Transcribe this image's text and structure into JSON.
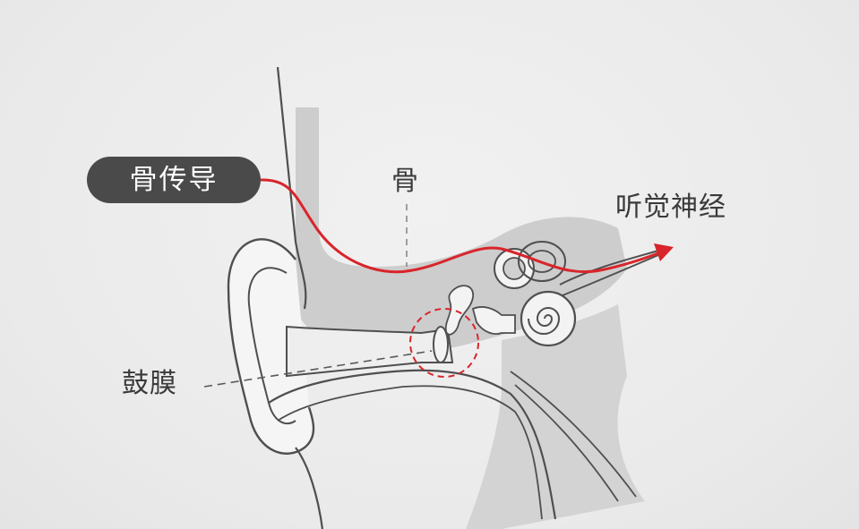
{
  "labels": {
    "bone_conduction": "骨传导",
    "bone": "骨",
    "auditory_nerve": "听觉神经",
    "eardrum": "鼓膜"
  },
  "colors": {
    "background": "#ededed",
    "path_red": "#d8252b",
    "pill_bg": "#4a4a4a",
    "bone_gray": "#cdcdcd",
    "outline": "#4f4f4f"
  }
}
